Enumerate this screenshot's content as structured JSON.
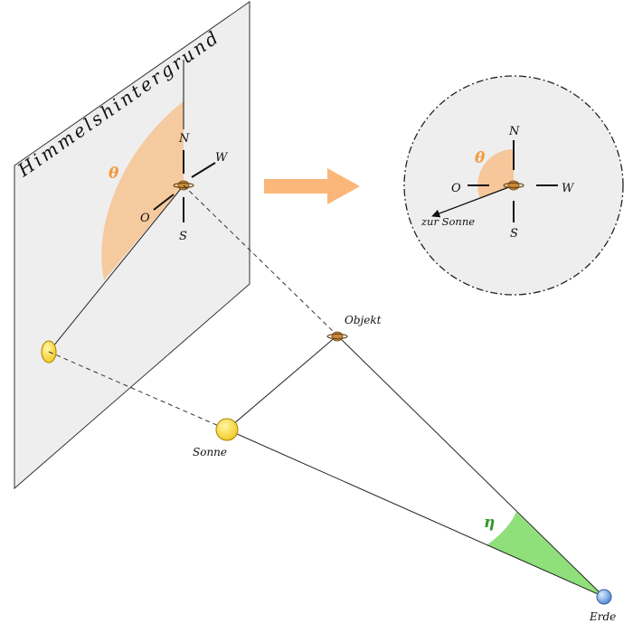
{
  "labels": {
    "backdrop": "Himmelshintergrund",
    "theta_main": "θ",
    "theta_inset": "θ",
    "eta": "η",
    "object": "Objekt",
    "sun": "Sonne",
    "earth": "Erde",
    "to_sun": "zur Sonne"
  },
  "compass": {
    "main": {
      "n": "N",
      "s": "S",
      "w": "W",
      "o": "O"
    },
    "inset": {
      "n": "N",
      "s": "S",
      "w": "W",
      "o": "O"
    }
  },
  "colors": {
    "theta": "#f39a3f",
    "theta_fill": "#f6c79a",
    "eta": "#2e9a2a",
    "eta_fill": "#8fe07a",
    "arrow": "#fbb77a",
    "sun": "#f4d43a",
    "earth": "#8fb8ef",
    "panel": "#eeeeee"
  }
}
